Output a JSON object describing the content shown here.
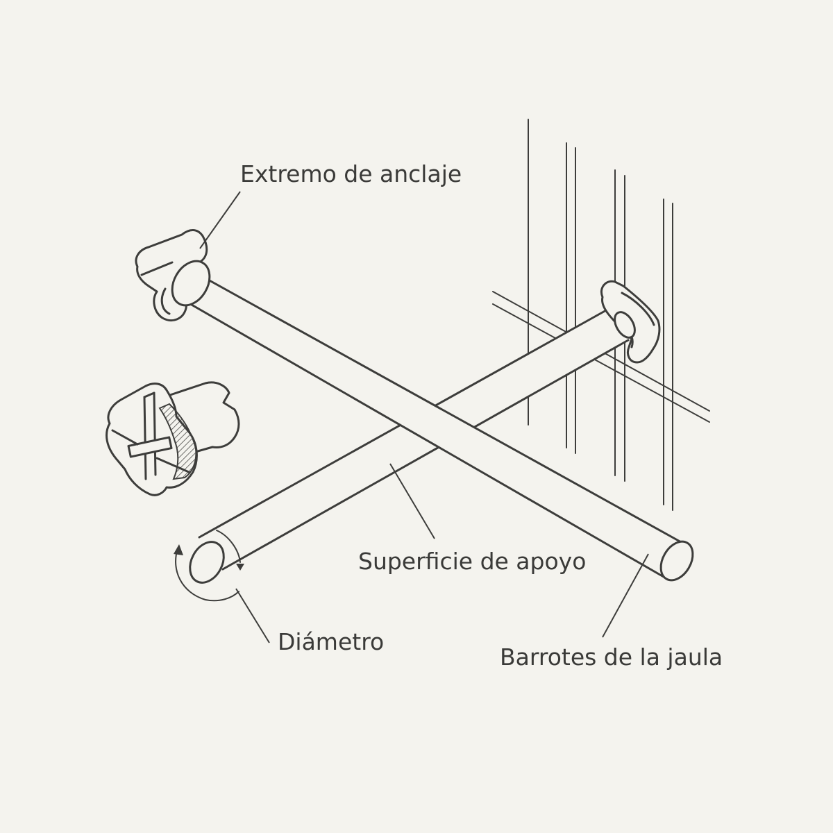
{
  "labels": {
    "anchor_end": "Extremo de anclaje",
    "support_surface": "Superficie de apoyo",
    "diameter": "Diámetro",
    "cage_bars": "Barrotes de la jaula"
  },
  "colors": {
    "background": "#f4f3ee",
    "ink": "#3d3d3b"
  }
}
